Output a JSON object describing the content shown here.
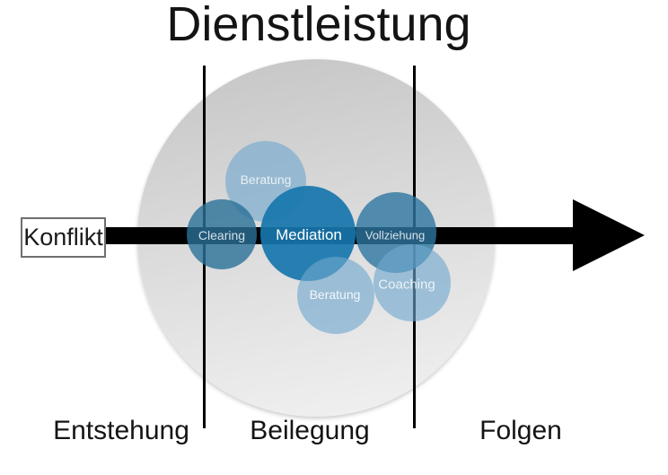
{
  "title": "Dienstleistung",
  "source_label": {
    "text": "Konflikt"
  },
  "timeline": {
    "phases": [
      {
        "id": "entstehung",
        "label": "Entstehung"
      },
      {
        "id": "beilegung",
        "label": "Beilegung"
      },
      {
        "id": "folgen",
        "label": "Folgen"
      }
    ]
  },
  "services": [
    {
      "id": "beratung-top",
      "label": "Beratung",
      "tone": "light"
    },
    {
      "id": "clearing",
      "label": "Clearing",
      "tone": "medium"
    },
    {
      "id": "mediation",
      "label": "Mediation",
      "tone": "dark"
    },
    {
      "id": "vollziehung",
      "label": "Vollziehung",
      "tone": "medium"
    },
    {
      "id": "beratung-bottom",
      "label": "Beratung",
      "tone": "light"
    },
    {
      "id": "coaching",
      "label": "Coaching",
      "tone": "light"
    }
  ],
  "colors": {
    "light_circle": "#9fc2d8",
    "medium_circle": "#3d85ad",
    "dark_circle": "#2280b2",
    "background_circle_top": "#c5c5c5",
    "background_circle_bottom": "#f2f2f2",
    "arrow": "#000000",
    "divider_line": "#000000",
    "text": "#141414",
    "circle_label_text": "#ffffff"
  }
}
